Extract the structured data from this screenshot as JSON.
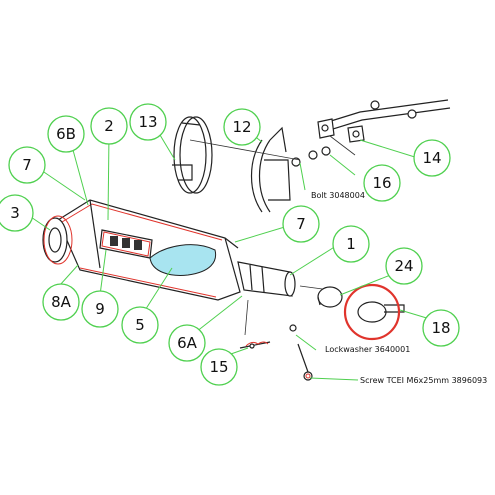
{
  "callouts": {
    "c1": "1",
    "c2": "2",
    "c3": "3",
    "c5": "5",
    "c6a": "6A",
    "c6b": "6B",
    "c7a": "7",
    "c7b": "7",
    "c8a": "8A",
    "c9": "9",
    "c12": "12",
    "c13": "13",
    "c14": "14",
    "c15": "15",
    "c16": "16",
    "c18": "18",
    "c24": "24"
  },
  "part_labels": {
    "bolt": "Bolt 3048004",
    "lockwasher": "Lockwasher 3640001",
    "screw": "Screw TCEI M6x25mm 3896093"
  },
  "colors": {
    "callout_green": "#4fd04f",
    "highlight_red": "#e0342c",
    "label_panel_cyan": "#a8e4f0"
  }
}
